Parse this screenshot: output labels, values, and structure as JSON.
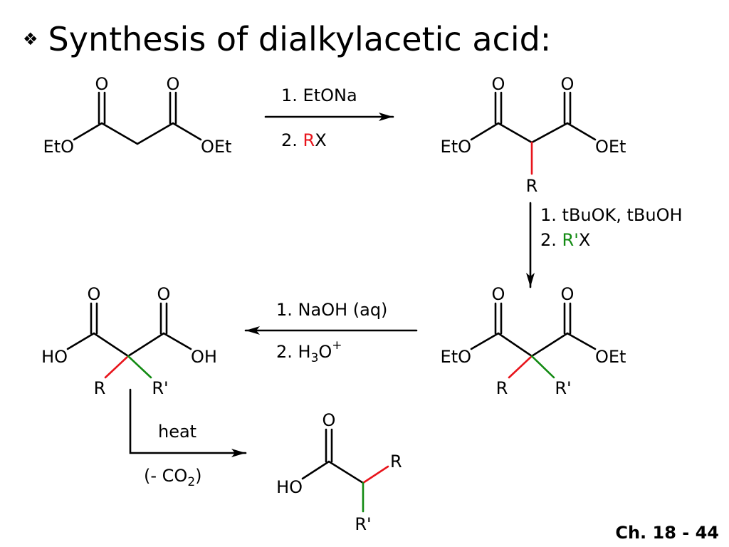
{
  "title": "Synthesis of dialkylacetic acid:",
  "bullet_icon": "diamond-bullet-icon",
  "footer": "Ch. 18 - 44",
  "colors": {
    "r_group": "#e8141b",
    "r_prime_group": "#128a12",
    "text": "#000000"
  },
  "atoms": {
    "o": "O",
    "eto": "EtO",
    "oet": "OEt",
    "ho": "HO",
    "oh": "OH",
    "r": "R",
    "r_prime": "R'"
  },
  "steps": {
    "step1_line1": "1. EtONa",
    "step1_line2_prefix": "2. ",
    "step1_line2_r": "R",
    "step1_line2_suffix": "X",
    "step2_line1": "1. tBuOK, tBuOH",
    "step2_line2_prefix": "2. ",
    "step2_line2_r": "R'",
    "step2_line2_suffix": "X",
    "step3_line1": "1. NaOH (aq)",
    "step3_line2_prefix": "2. H",
    "step3_line2_sub": "3",
    "step3_line2_mid": "O",
    "step3_line2_sup": "+",
    "step4_line1": "heat",
    "step4_line2_prefix": "(- CO",
    "step4_line2_sub": "2",
    "step4_line2_suffix": ")"
  }
}
